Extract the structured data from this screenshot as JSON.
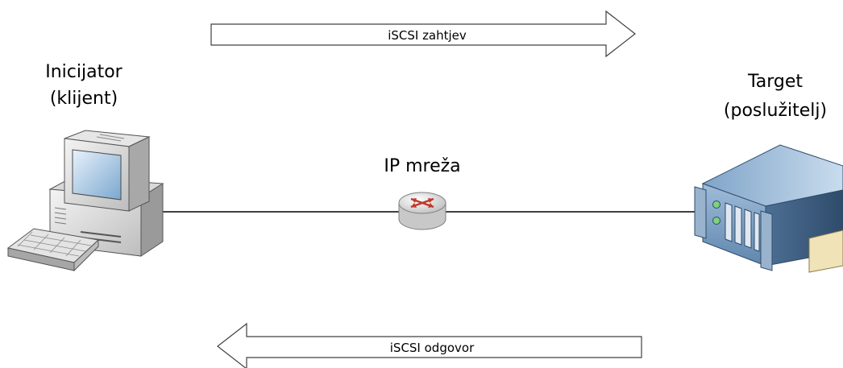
{
  "arrows": {
    "request_label": "iSCSI zahtjev",
    "response_label": "iSCSI odgovor"
  },
  "initiator": {
    "line1": "Inicijator",
    "line2": "(klijent)"
  },
  "target": {
    "line1": "Target",
    "line2": "(poslužitelj)"
  },
  "network": {
    "label": "IP mreža"
  }
}
